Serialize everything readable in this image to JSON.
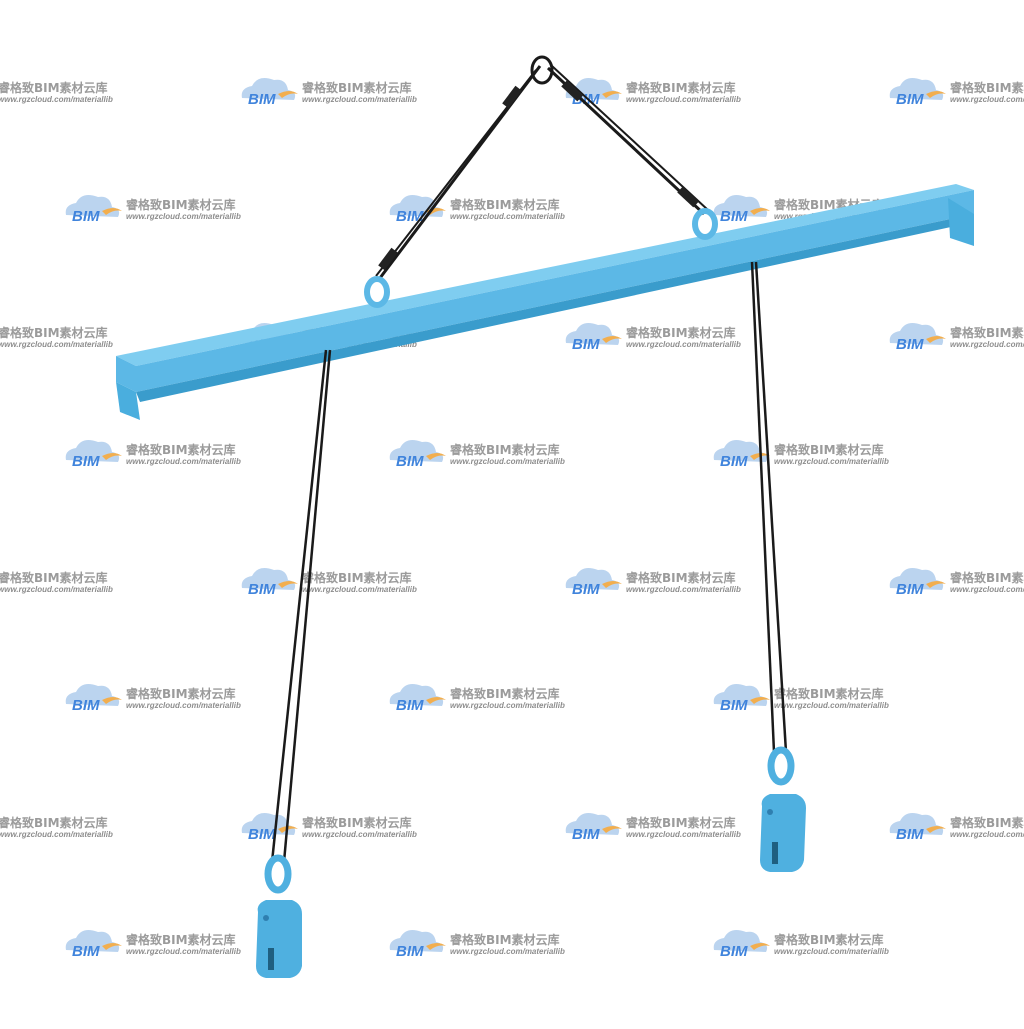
{
  "colors": {
    "beam": "#5cb8e6",
    "beam_dark": "#3a9ccc",
    "beam_light": "#7fcdf0",
    "rope": "#1a1a1a",
    "clamp": "#4fb0e0",
    "watermark_cloud": "#8fb8e6",
    "watermark_accent": "#f0a030"
  },
  "watermark": {
    "logo_text": "BIM",
    "brand_text": "睿格致BIM素材云库",
    "url_text": "www.rgzcloud.com/materiallib"
  },
  "objects": {
    "beam": "spreader-beam",
    "sling": "wire-rope-sling",
    "clamps": [
      "plate-clamp-left",
      "plate-clamp-right"
    ]
  }
}
